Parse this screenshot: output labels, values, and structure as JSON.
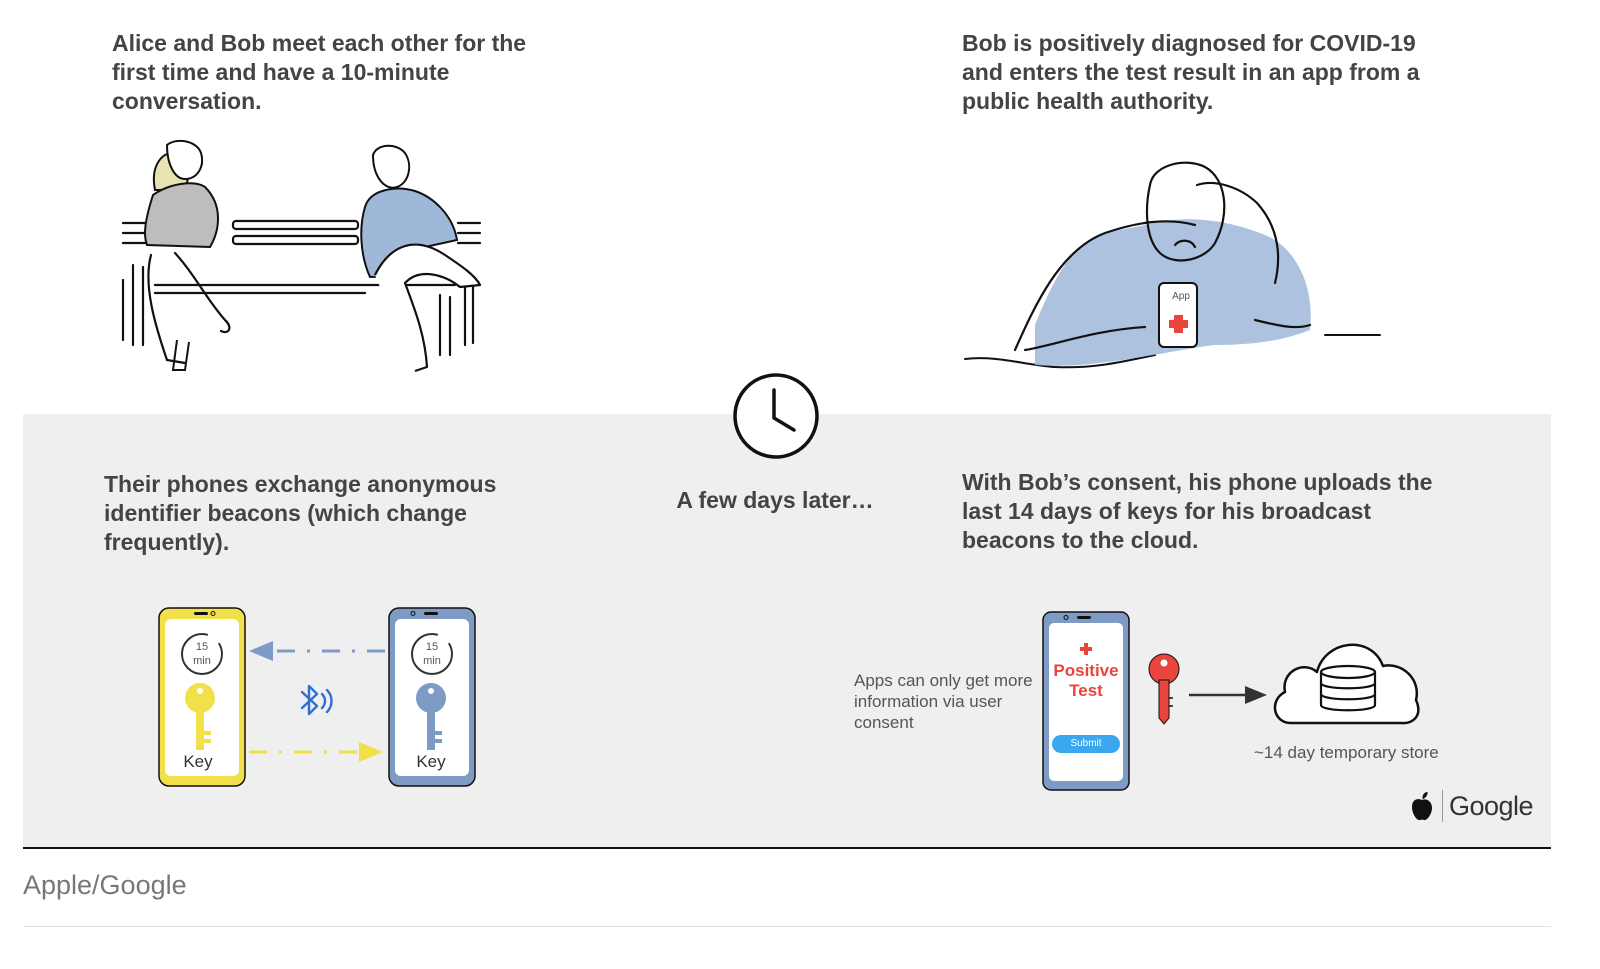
{
  "panels": {
    "meet": {
      "heading": "Alice and Bob meet each other for the first time and have a 10-minute conversation."
    },
    "diagnosed": {
      "heading": "Bob is positively diagnosed for COVID-19 and enters the test result in an app from a public health authority.",
      "phone_label": "App"
    },
    "exchange": {
      "heading": "Their phones exchange anonymous identifier beacons (which change frequently).",
      "timer_value": "15",
      "timer_unit": "min",
      "key_label": "Key"
    },
    "upload": {
      "heading": "With Bob’s consent, his phone uploads the last 14 days of keys for his broadcast beacons to the cloud.",
      "consent_note": "Apps can only get more information via user consent",
      "test_label": "Positive Test",
      "submit_label": "Submit",
      "store_label": "~14 day temporary store"
    }
  },
  "transition": {
    "label": "A few days later…"
  },
  "logo": {
    "word": "Google"
  },
  "caption": "Apple/Google",
  "colors": {
    "alice_phone": "#f2e04b",
    "bob_phone": "#7d9bc4",
    "bob_shirt": "#9fb7d8",
    "alice_top": "#bdbdbd",
    "alert_red": "#e8453c",
    "bluetooth": "#2f6fd6",
    "submit_blue": "#3ba7ef",
    "panel_bg": "#efefef"
  },
  "icons": [
    "clock-icon",
    "bluetooth-icon",
    "key-icon",
    "cloud-database-icon",
    "apple-logo-icon",
    "plus-icon"
  ]
}
